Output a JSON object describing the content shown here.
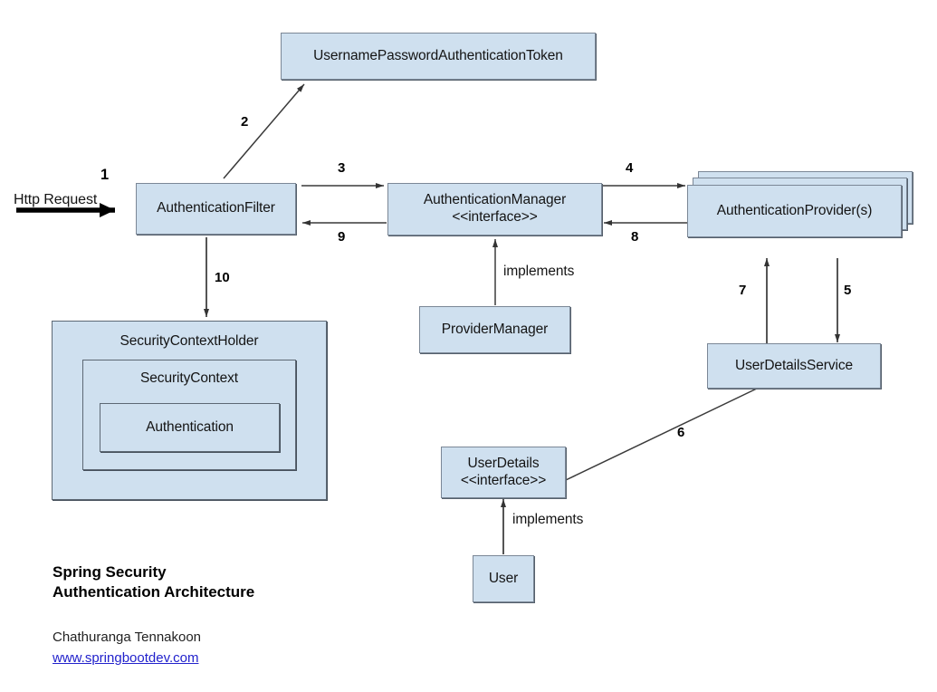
{
  "diagram": {
    "title_line1": "Spring Security",
    "title_line2": "Authentication Architecture",
    "author": "Chathuranga Tennakoon",
    "website": "www.springbootdev.com"
  },
  "nodes": {
    "token": {
      "label": "UsernamePasswordAuthenticationToken"
    },
    "auth_filter": {
      "label": "AuthenticationFilter"
    },
    "auth_manager": {
      "label": "AuthenticationManager",
      "stereotype": "<<interface>>"
    },
    "auth_provider": {
      "label": "AuthenticationProvider(s)"
    },
    "provider_manager": {
      "label": "ProviderManager"
    },
    "user_details_service": {
      "label": "UserDetailsService"
    },
    "user_details": {
      "label": "UserDetails",
      "stereotype": "<<interface>>"
    },
    "user": {
      "label": "User"
    },
    "security_context_holder": {
      "label": "SecurityContextHolder"
    },
    "security_context": {
      "label": "SecurityContext"
    },
    "authentication": {
      "label": "Authentication"
    }
  },
  "edges": {
    "http_request": "Http Request",
    "step1": "1",
    "step2": "2",
    "step3": "3",
    "step4": "4",
    "step5": "5",
    "step6": "6",
    "step7": "7",
    "step8": "8",
    "step9": "9",
    "step10": "10",
    "implements_manager": "implements",
    "implements_user": "implements"
  },
  "colors": {
    "node_fill": "#cfe0ef",
    "node_border": "#7b8796",
    "link": "#2222cc",
    "line": "#3a3a3a"
  }
}
